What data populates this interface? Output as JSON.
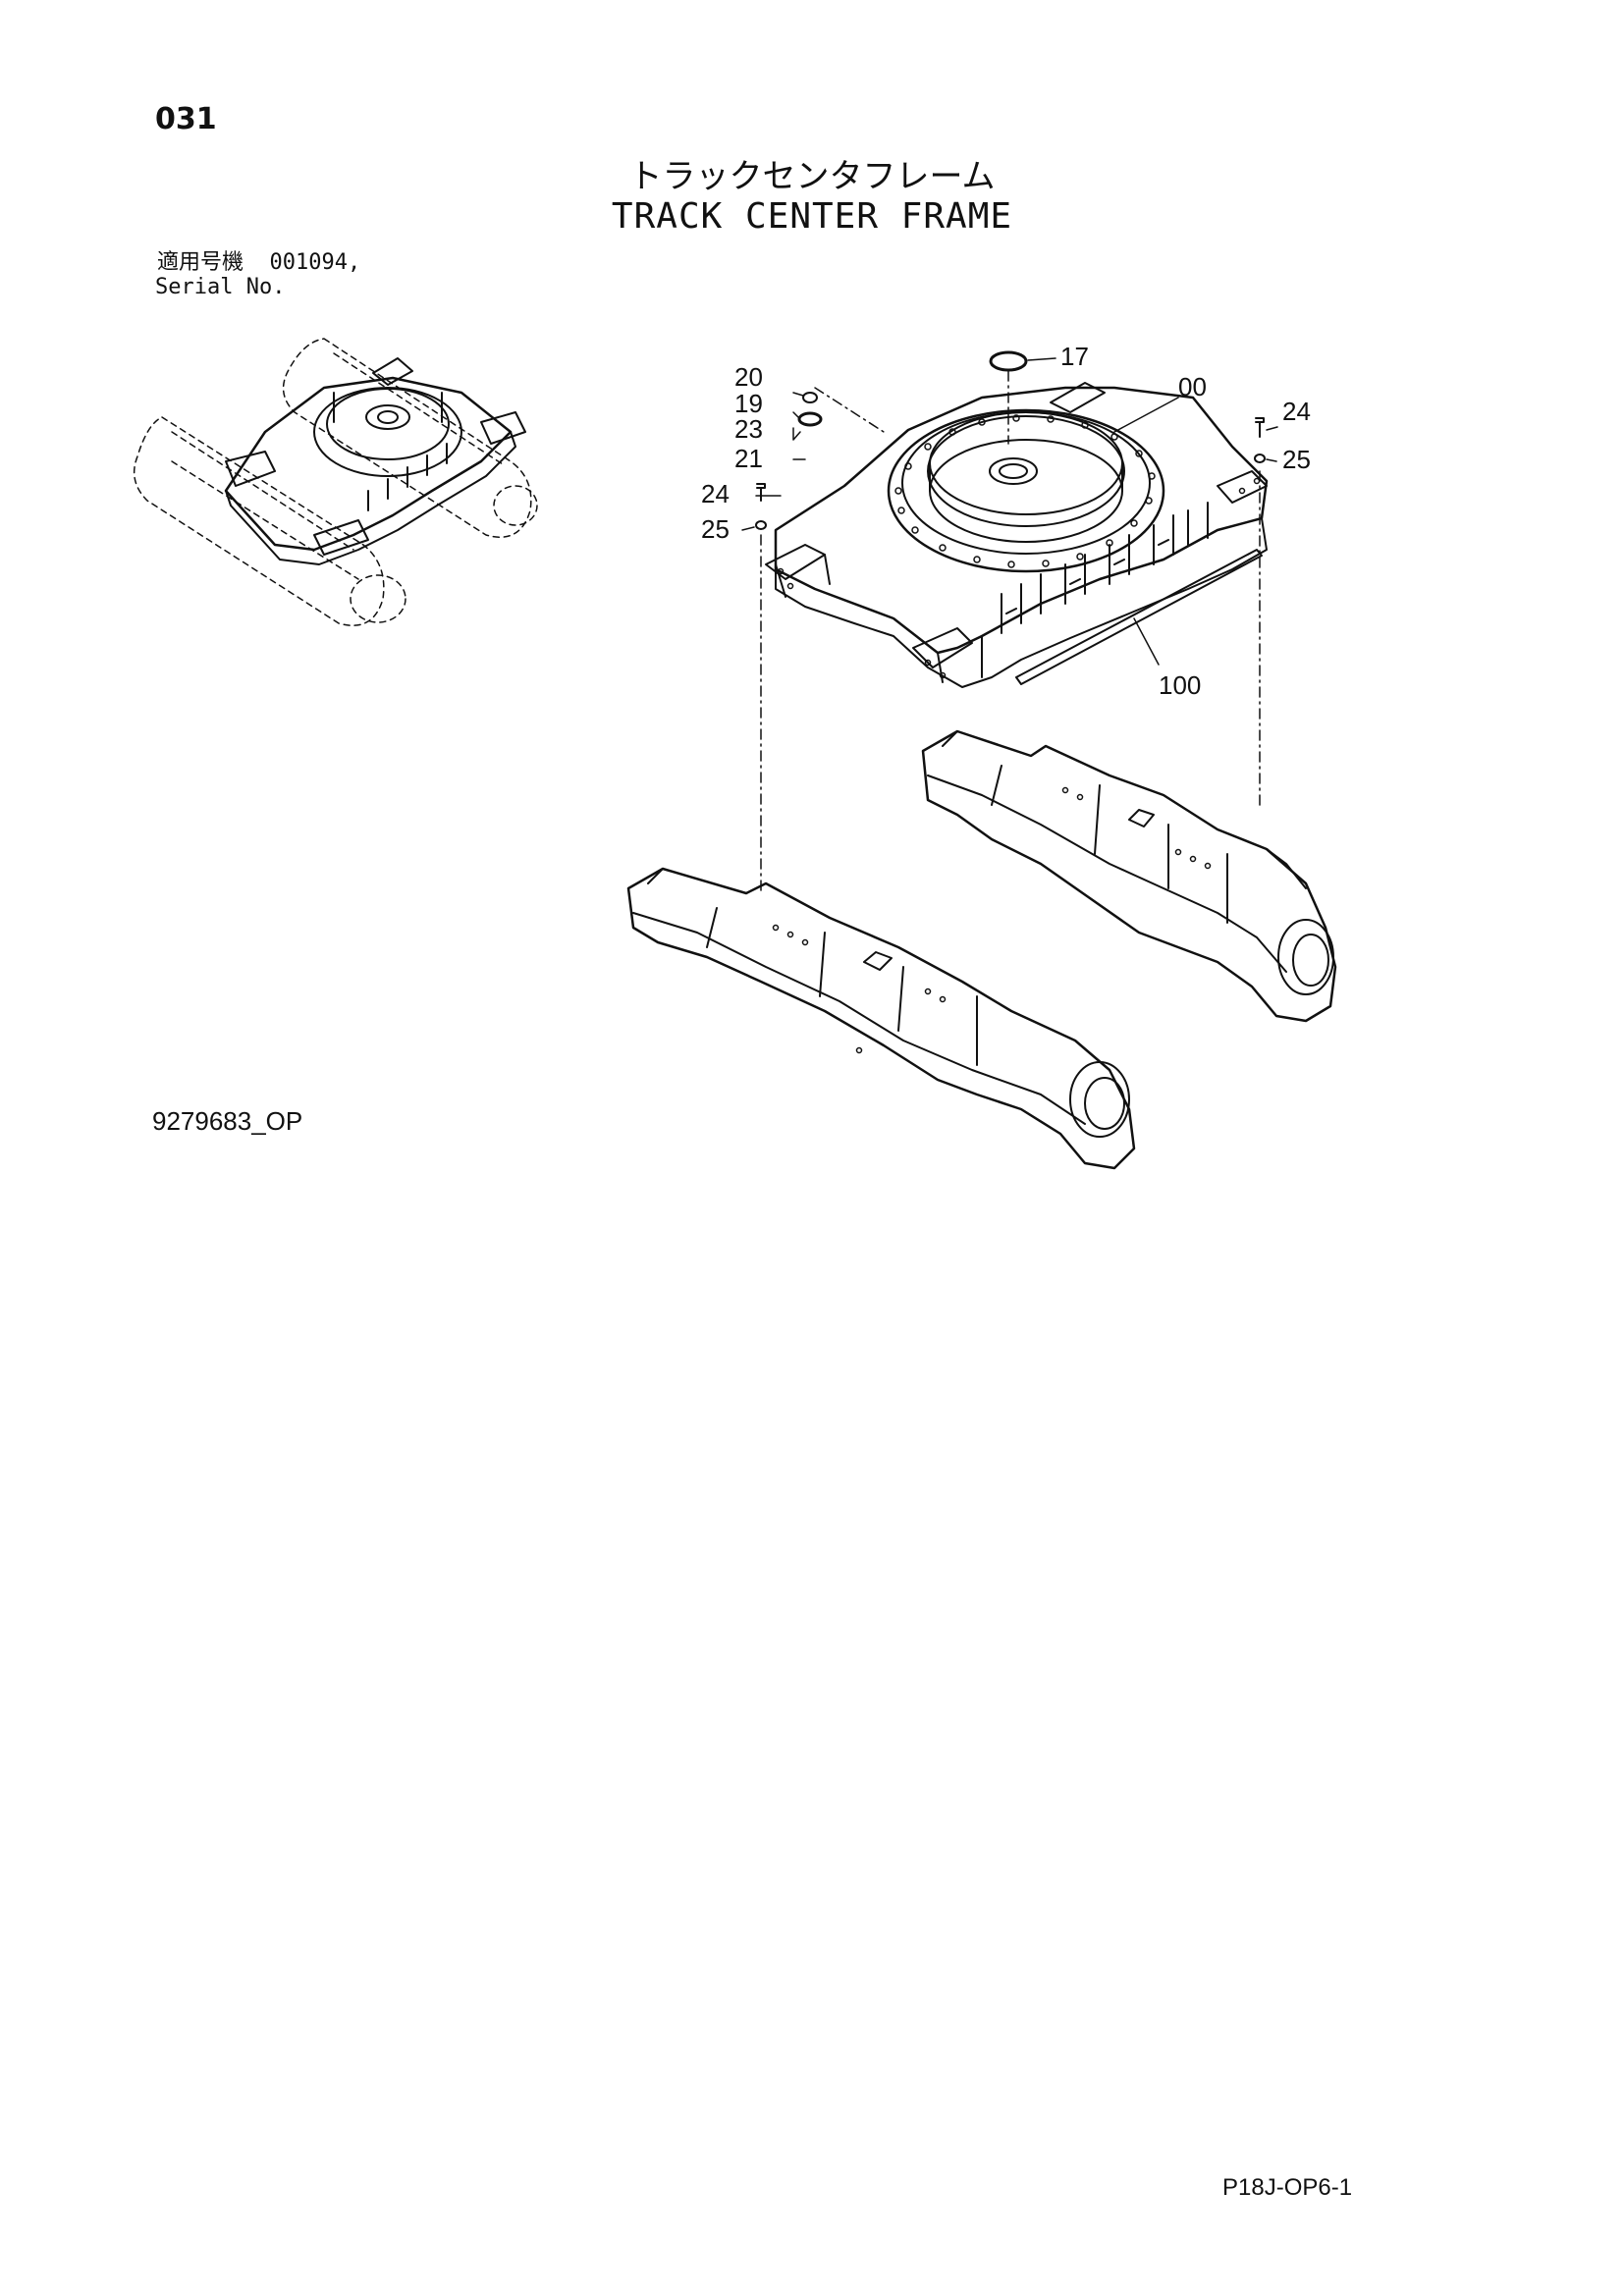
{
  "page_number": "031",
  "title_jp": "トラックセンタフレーム",
  "title_en": "TRACK CENTER FRAME",
  "serial": {
    "label_jp": "適用号機",
    "value": "001094,",
    "label_en": "Serial No."
  },
  "callouts": [
    {
      "id": "c17",
      "label": "17"
    },
    {
      "id": "c00",
      "label": "00"
    },
    {
      "id": "c20",
      "label": "20"
    },
    {
      "id": "c19",
      "label": "19"
    },
    {
      "id": "c23",
      "label": "23"
    },
    {
      "id": "c21",
      "label": "21"
    },
    {
      "id": "c24a",
      "label": "24"
    },
    {
      "id": "c25a",
      "label": "25"
    },
    {
      "id": "c24b",
      "label": "24"
    },
    {
      "id": "c25b",
      "label": "25"
    },
    {
      "id": "c100",
      "label": "100"
    }
  ],
  "drawing_code": "9279683_OP",
  "page_ref": "P18J-OP6-1"
}
